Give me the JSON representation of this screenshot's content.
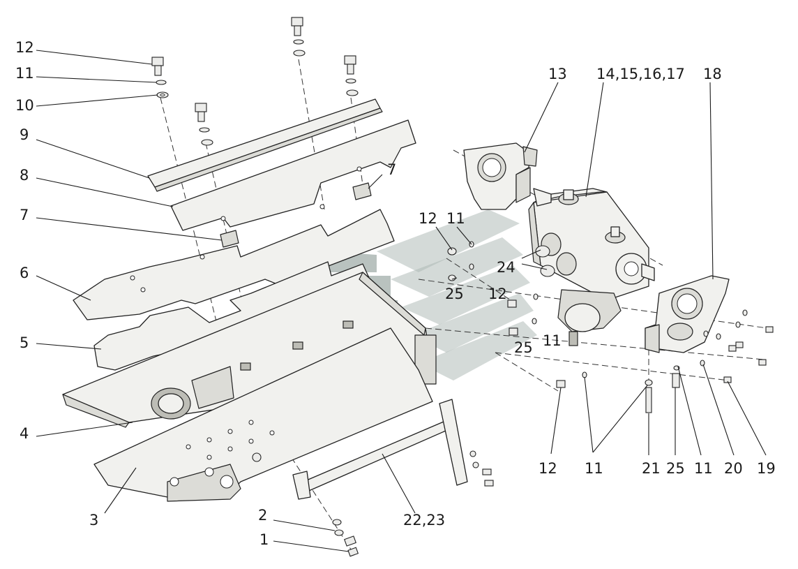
{
  "callouts": [
    {
      "id": "c12a",
      "text": "12"
    },
    {
      "id": "c11a",
      "text": "11"
    },
    {
      "id": "c10",
      "text": "10"
    },
    {
      "id": "c9",
      "text": "9"
    },
    {
      "id": "c8",
      "text": "8"
    },
    {
      "id": "c7a",
      "text": "7"
    },
    {
      "id": "c7b",
      "text": "7"
    },
    {
      "id": "c6",
      "text": "6"
    },
    {
      "id": "c5",
      "text": "5"
    },
    {
      "id": "c4",
      "text": "4"
    },
    {
      "id": "c3",
      "text": "3"
    },
    {
      "id": "c2",
      "text": "2"
    },
    {
      "id": "c1",
      "text": "1"
    },
    {
      "id": "c22",
      "text": "22,23"
    },
    {
      "id": "c13",
      "text": "13"
    },
    {
      "id": "c14",
      "text": "14,15,16,17"
    },
    {
      "id": "c18",
      "text": "18"
    },
    {
      "id": "c12b",
      "text": "12"
    },
    {
      "id": "c11b",
      "text": "11"
    },
    {
      "id": "c24",
      "text": "24"
    },
    {
      "id": "c25a",
      "text": "25"
    },
    {
      "id": "c12c",
      "text": "12"
    },
    {
      "id": "c25b",
      "text": "25"
    },
    {
      "id": "c11c",
      "text": "11"
    },
    {
      "id": "c12d",
      "text": "12"
    },
    {
      "id": "c11d",
      "text": "11"
    },
    {
      "id": "c21",
      "text": "21"
    },
    {
      "id": "c25c",
      "text": "25"
    },
    {
      "id": "c11e",
      "text": "11"
    },
    {
      "id": "c20",
      "text": "20"
    },
    {
      "id": "c19",
      "text": "19"
    }
  ],
  "colors": {
    "line": "#1a1a1a",
    "part_fill": "#f1f1ee",
    "watermark": "#7f8f8a"
  }
}
